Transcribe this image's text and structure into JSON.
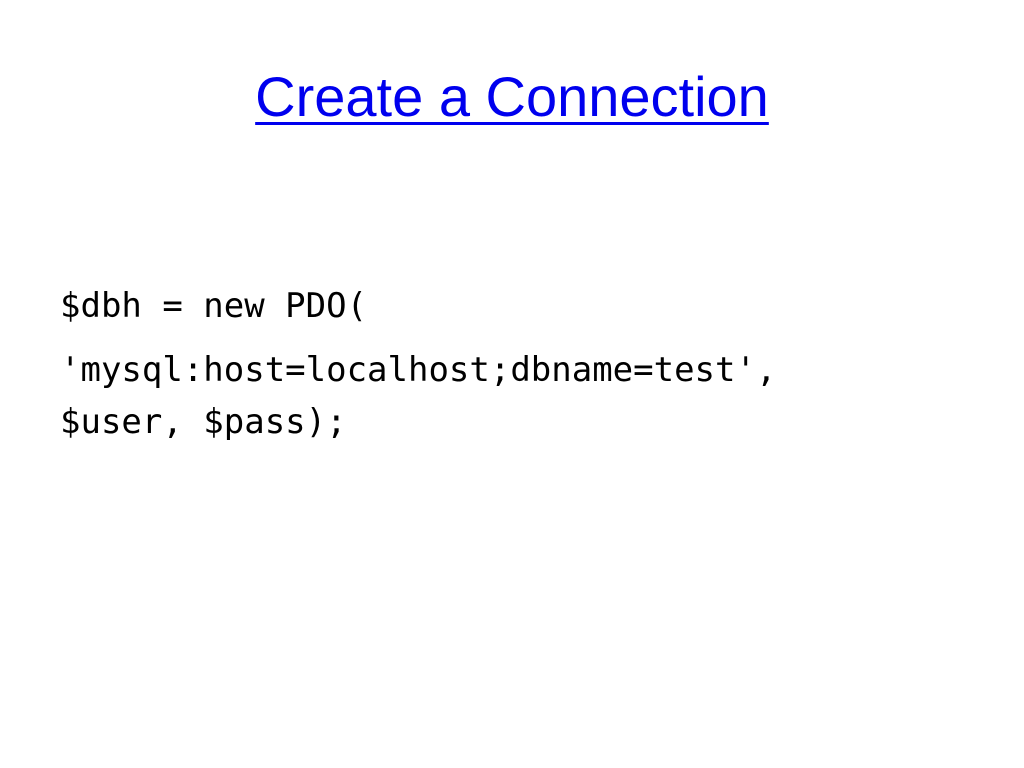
{
  "slide": {
    "title": "Create a Connection",
    "code_lines": [
      "$dbh = new PDO(",
      "'mysql:host=localhost;dbname=test',",
      "$user, $pass);"
    ]
  },
  "colors": {
    "title": "#0000ee",
    "text": "#000000",
    "background": "#ffffff"
  }
}
